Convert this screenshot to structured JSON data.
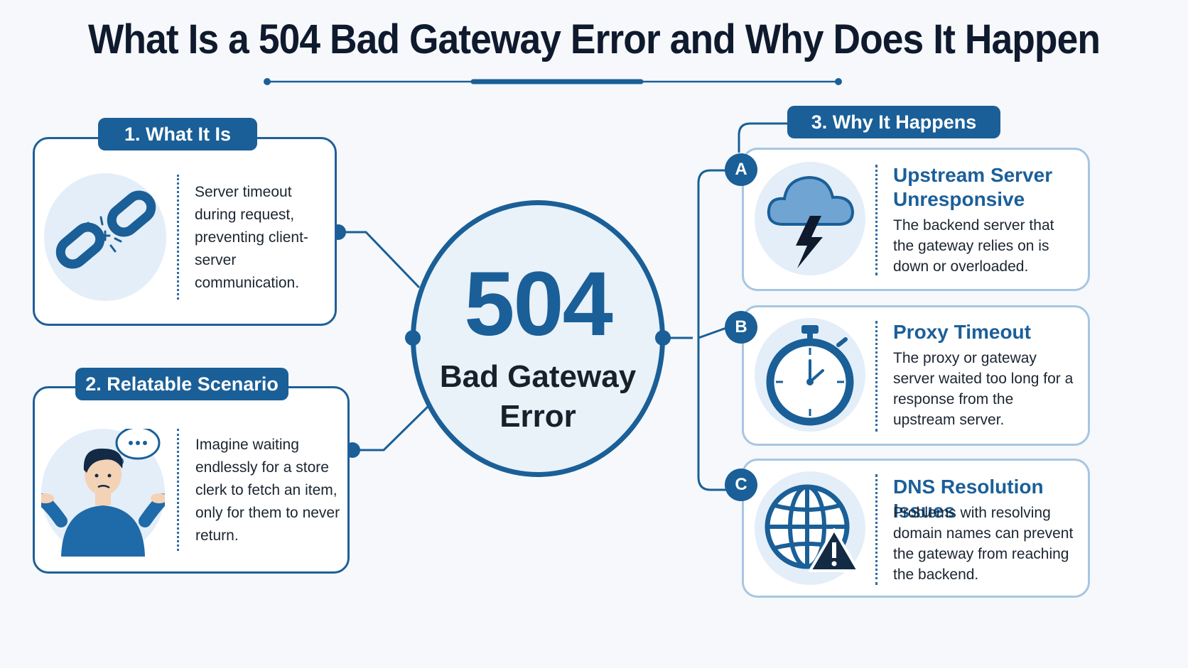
{
  "title": "What Is a 504 Bad Gateway Error and Why Does It Happen",
  "center": {
    "code": "504",
    "line1": "Bad Gateway",
    "line2": "Error"
  },
  "what_it_is": {
    "heading": "1. What It Is",
    "icon": "broken-chain-icon",
    "text": "Server timeout during request, preventing client-server communication."
  },
  "scenario": {
    "heading": "2. Relatable Scenario",
    "icon": "confused-person-icon",
    "text": "Imagine waiting endlessly for a store clerk to fetch an item, only for them to never return."
  },
  "why": {
    "heading": "3. Why It Happens",
    "items": [
      {
        "badge": "A",
        "icon": "storm-cloud-icon",
        "title": "Upstream Server Unresponsive",
        "text": "The backend server that the gateway relies on is down or overloaded."
      },
      {
        "badge": "B",
        "icon": "stopwatch-icon",
        "title": "Proxy Timeout",
        "text": "The proxy or gateway server waited too long for a response from the upstream server."
      },
      {
        "badge": "C",
        "icon": "globe-warning-icon",
        "title": "DNS Resolution Issues",
        "text": "Problems with resolving domain names can prevent the gateway from reaching the backend."
      }
    ]
  },
  "colors": {
    "primary": "#1a5f97",
    "title_text": "#0f1a2e",
    "card_border_light": "#a7c6e2",
    "icon_background": "#e4eef8"
  }
}
